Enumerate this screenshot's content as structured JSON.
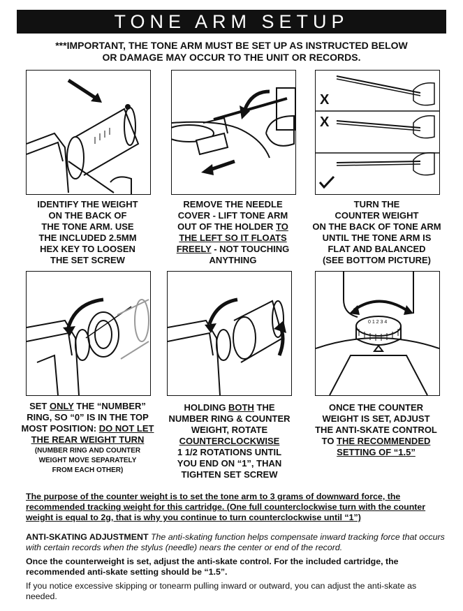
{
  "header": {
    "title": "TONE ARM SETUP"
  },
  "warning": {
    "line1": "***IMPORTANT, THE TONE ARM MUST BE SET UP AS INSTRUCTED BELOW",
    "line2": "OR DAMAGE MAY OCCUR TO THE UNIT OR RECORDS."
  },
  "steps": {
    "s1": {
      "lines": [
        "IDENTIFY THE WEIGHT",
        "ON THE BACK OF",
        "THE TONE ARM. USE",
        "THE INCLUDED 2.5MM",
        "HEX KEY TO LOOSEN",
        "THE SET SCREW"
      ]
    },
    "s2": {
      "l1": "REMOVE THE NEEDLE",
      "l2": "COVER - LIFT TONE ARM",
      "l3a": "OUT OF THE HOLDER ",
      "l3b": "TO",
      "l4": "THE LEFT SO IT FLOATS",
      "l5a": "FREELY",
      "l5b": " - NOT TOUCHING",
      "l6": "ANYTHING"
    },
    "s3": {
      "lines": [
        "TURN THE",
        "COUNTER WEIGHT",
        "ON THE BACK OF TONE ARM",
        "UNTIL THE TONE ARM IS",
        "FLAT AND BALANCED",
        "(SEE BOTTOM PICTURE)"
      ],
      "marks": [
        "X",
        "X"
      ]
    },
    "s4": {
      "l1a": "SET ",
      "l1b": "ONLY",
      "l1c": " THE “NUMBER”",
      "l2": "RING, SO “0” IS IN THE TOP",
      "l3a": "MOST POSITION: ",
      "l3b": "DO NOT LET",
      "l4": "THE REAR WEIGHT TURN",
      "n1": "(NUMBER RING AND COUNTER",
      "n2": "WEIGHT MOVE SEPARATELY",
      "n3": "FROM EACH OTHER)"
    },
    "s5": {
      "l1a": "HOLDING ",
      "l1b": "BOTH",
      "l1c": " THE",
      "l2": "NUMBER RING & COUNTER",
      "l3": "WEIGHT, ROTATE",
      "l4": "COUNTERCLOCKWISE",
      "l5": "1 1/2 ROTATIONS UNTIL",
      "l6": "YOU END ON “1”, THAN",
      "l7": "TIGHTEN SET SCREW"
    },
    "s6": {
      "l1": "ONCE THE COUNTER",
      "l2": "WEIGHT IS SET, ADJUST",
      "l3": "THE ANTI-SKATE CONTROL",
      "l4a": "TO ",
      "l4b": "THE RECOMMENDED",
      "l5": "SETTING OF “1.5”",
      "dial": "0 1 2 3 4"
    }
  },
  "bottom": {
    "purpose": "The purpose of the counter weight is to set the tone arm to 3 grams of downward force, the recommended tracking weight for this cartridge. (One full counterclockwise turn with the counter weight is equal to 2g, that is why you continue to turn counterclockwise until “1”)",
    "anti_label": "ANTI-SKATING ADJUSTMENT",
    "anti_text": " The anti-skating function helps compensate inward tracking force that occurs with certain records when the stylus (needle) nears the center or end of the record.",
    "once": "Once the counterweight is set, adjust the anti-skate control. For the included cartridge, the recommended anti-skate setting should be “1.5”.",
    "notice": "If you notice excessive skipping or tonearm pulling inward or outward, you can adjust the anti-skate as needed."
  }
}
